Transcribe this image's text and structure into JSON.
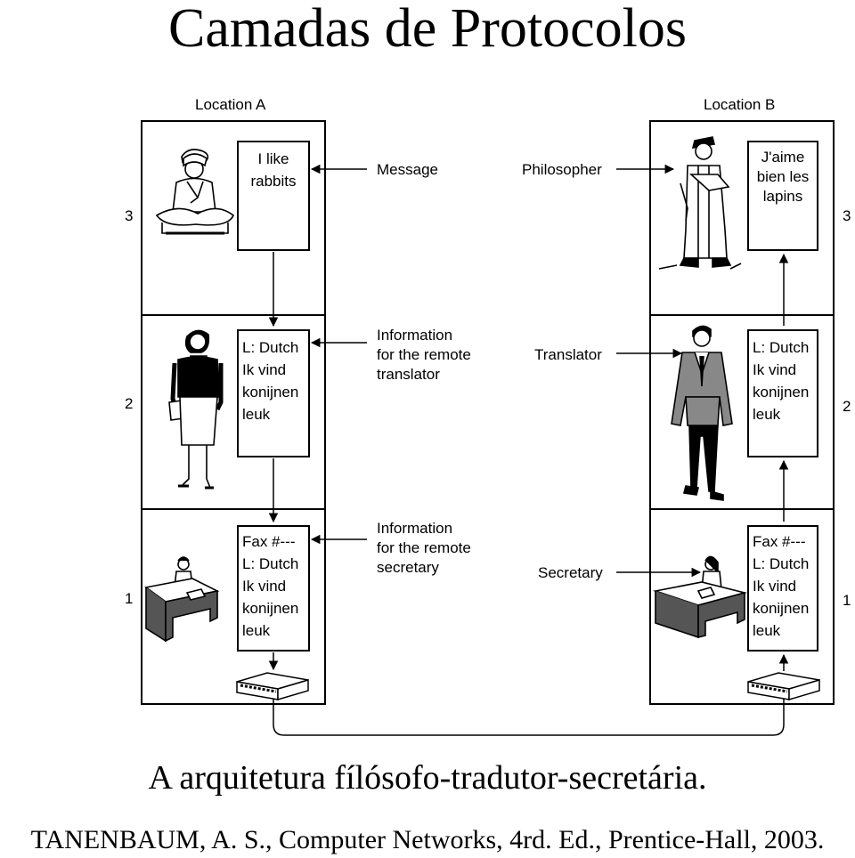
{
  "title": "Camadas de Protocolos",
  "locations": {
    "a": "Location A",
    "b": "Location B"
  },
  "layers": {
    "three": {
      "number": "3",
      "left_msg": [
        "I like",
        "rabbits"
      ],
      "right_msg": [
        "J'aime",
        "bien les",
        "lapins"
      ],
      "peer_label": [
        "Message"
      ],
      "role": "Philosopher"
    },
    "two": {
      "number": "2",
      "left_msg": [
        "L: Dutch",
        "Ik vind",
        "konijnen",
        "leuk"
      ],
      "right_msg": [
        "L: Dutch",
        "Ik vind",
        "konijnen",
        "leuk"
      ],
      "peer_label": [
        "Information",
        "for the remote",
        "translator"
      ],
      "role": "Translator"
    },
    "one": {
      "number": "1",
      "left_msg": [
        "Fax #---",
        "L: Dutch",
        "Ik vind",
        "konijnen",
        "leuk"
      ],
      "right_msg": [
        "Fax #---",
        "L: Dutch",
        "Ik vind",
        "konijnen",
        "leuk"
      ],
      "peer_label": [
        "Information",
        "for the remote",
        "secretary"
      ],
      "role": "Secretary"
    }
  },
  "caption": "A arquitetura fílósofo-tradutor-secretária.",
  "reference": "TANENBAUM, A. S., Computer Networks, 4rd. Ed., Prentice-Hall, 2003.",
  "icons": [
    "philosopher-a-icon",
    "philosopher-b-icon",
    "translator-a-icon",
    "translator-b-icon",
    "secretary-a-icon",
    "secretary-b-icon",
    "fax-machine-a-icon",
    "fax-machine-b-icon"
  ]
}
